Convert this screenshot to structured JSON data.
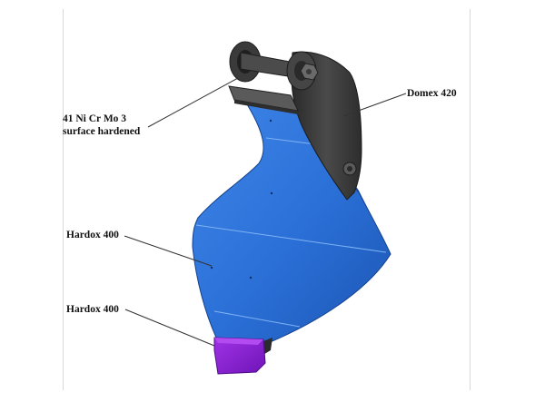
{
  "callouts": [
    {
      "id": "pin",
      "lines": [
        "41 Ni Cr Mo 3",
        "surface hardened"
      ]
    },
    {
      "id": "bracket",
      "lines": [
        "Domex 420"
      ]
    },
    {
      "id": "body",
      "lines": [
        "Hardox 400"
      ]
    },
    {
      "id": "tip",
      "lines": [
        "Hardox 400"
      ]
    }
  ],
  "colors": {
    "blade_blue": "#2a6fd6",
    "blade_dark": "#1a4fa8",
    "bracket_gray": "#3d3d3d",
    "tip_purple": "#8a1fd6",
    "leader_line": "#333333"
  }
}
